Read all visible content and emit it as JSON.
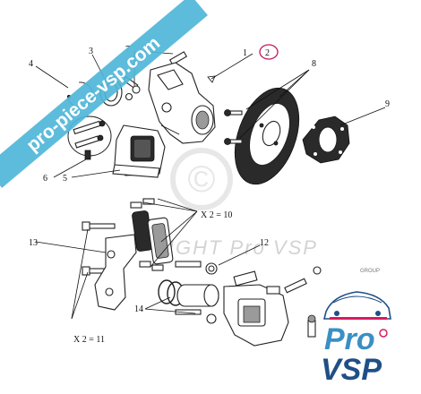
{
  "watermark_banner": {
    "text": "pro-piece-vsp.com",
    "color": "#4fb6d8"
  },
  "center_watermark": {
    "symbol": "©",
    "text": "RIGHT Pro VSP"
  },
  "callouts": [
    {
      "id": "1",
      "text": "1"
    },
    {
      "id": "2",
      "text": "2",
      "highlight_color": "#c2185b"
    },
    {
      "id": "3",
      "text": "3"
    },
    {
      "id": "4",
      "text": "4"
    },
    {
      "id": "5",
      "text": "5"
    },
    {
      "id": "6",
      "text": "6"
    },
    {
      "id": "7",
      "text": "7"
    },
    {
      "id": "8",
      "text": "8"
    },
    {
      "id": "9",
      "text": "9"
    },
    {
      "id": "10",
      "text": "X 2 =  10"
    },
    {
      "id": "11",
      "text": "X 2 =  11"
    },
    {
      "id": "12",
      "text": "12"
    },
    {
      "id": "13",
      "text": "13"
    },
    {
      "id": "14",
      "text": "14"
    }
  ],
  "logo": {
    "line1": "Pro",
    "line2": "VSP",
    "brand": "GROUP",
    "color_main": "#3a8fc4",
    "color_dark": "#1f4f86",
    "accent": "#d81b60"
  }
}
